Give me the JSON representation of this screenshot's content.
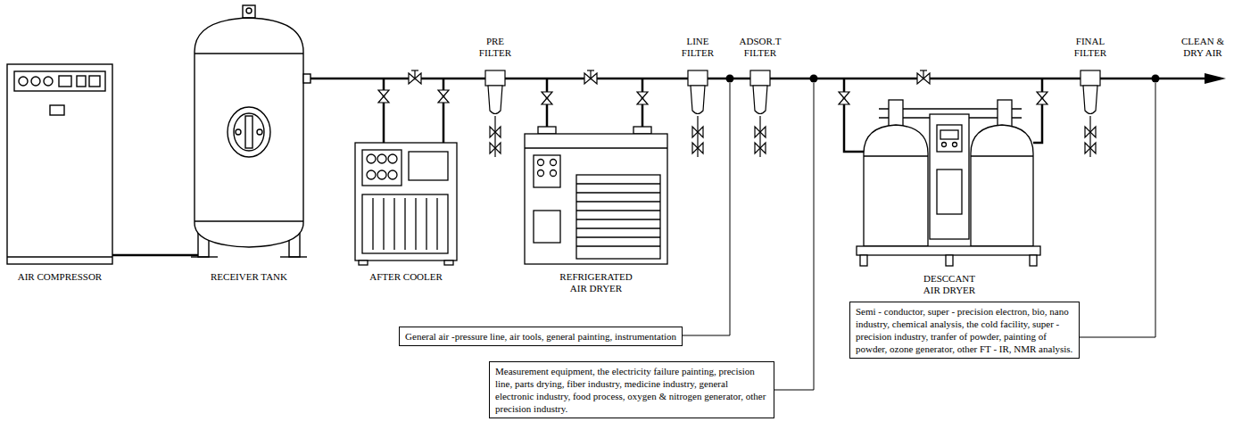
{
  "diagram": {
    "nodes": [
      {
        "text": [
          "General air -pressure line, air tools, general painting, instrumentation"
        ]
      },
      {
        "text": [
          "Measurement equipment, the electricity failure painting, precision line, parts drying, fiber industry, medicine industry, general electronic industry, food process, oxygen & nitrogen generator, other precision industry."
        ]
      },
      {
        "text": [
          "Semi - conductor, super - precision electron, bio, nano industry, chemical analysis, the cold facility, super - precision industry, tranfer of powder, painting of powder, ozone generator, other FT - IR, NMR analysis."
        ]
      }
    ],
    "labels": [
      "PRE FILTER",
      "LINE FILTER",
      "ADSOR.T FILTER",
      "FINAL FILTER",
      "CLEAN & DRY AIR",
      "AIR COMPRESSOR",
      "RECEIVER TANK",
      "AFTER COOLER",
      "REFRIGERATED AIR DRYER",
      "DESCCANT AIR DRYER"
    ]
  }
}
